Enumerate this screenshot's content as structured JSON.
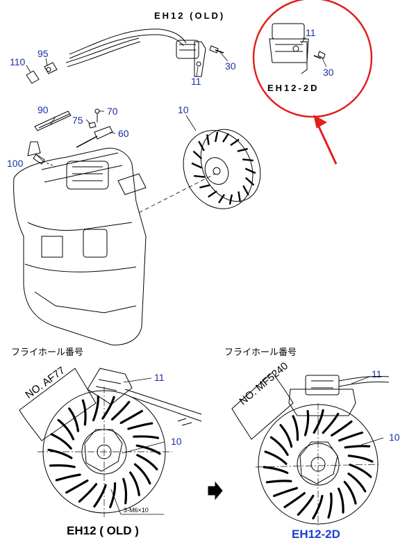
{
  "top": {
    "title_old": "EH12 (OLD)",
    "title_new": "EH12-2D",
    "labels": {
      "p110": "110",
      "p95": "95",
      "p11a": "11",
      "p30a": "30",
      "p11b": "11",
      "p30b": "30",
      "p90": "90",
      "p70": "70",
      "p75": "75",
      "p60": "60",
      "p10": "10",
      "p100": "100"
    }
  },
  "bottom": {
    "left": {
      "caption": "フライホール番号",
      "stamp": "NO. AF77",
      "part11": "11",
      "part10": "10",
      "note": "3-M6×10",
      "model": "EH12 ( OLD )"
    },
    "right": {
      "caption": "フライホール番号",
      "stamp": "NO. MF5240",
      "part11": "11",
      "part10": "10",
      "model": "EH12-2D"
    }
  },
  "colors": {
    "label_blue": "#1a2fa0",
    "model_blue": "#1a3fd0",
    "highlight_red": "#e0201c",
    "line": "#000000"
  }
}
